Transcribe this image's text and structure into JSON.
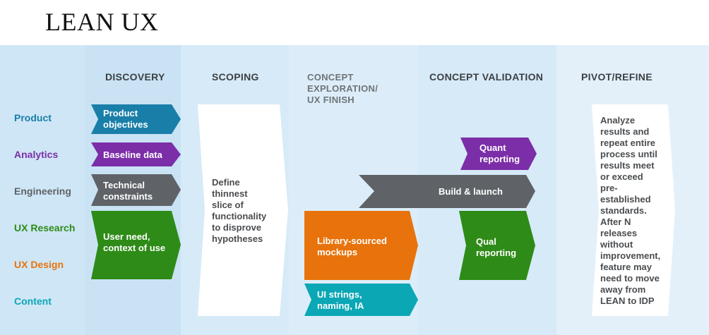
{
  "title": "LEAN UX",
  "phases": {
    "discovery": "DISCOVERY",
    "scoping": "SCOPING",
    "concept_exploration": [
      "CONCEPT",
      "EXPLORATION/",
      "UX FINISH"
    ],
    "concept_validation": "CONCEPT VALIDATION",
    "pivot_refine": "PIVOT/REFINE"
  },
  "roles": {
    "product": "Product",
    "analytics": "Analytics",
    "engineering": "Engineering",
    "ux_research": "UX Research",
    "ux_design": "UX Design",
    "content": "Content"
  },
  "colors": {
    "product": "#1a7fa8",
    "analytics": "#7b2ea8",
    "engineering": "#5f6368",
    "ux_research": "#2e8b17",
    "ux_design": "#e8730c",
    "content": "#0ba7b5"
  },
  "steps": {
    "product_objectives": [
      "Product",
      "objectives"
    ],
    "baseline_data": "Baseline data",
    "technical_constraints": [
      "Technical",
      "constraints"
    ],
    "user_need": [
      "User need,",
      "context of use"
    ],
    "scoping_text": [
      "Define",
      "thinnest",
      "slice of",
      "functionality",
      "to disprove",
      "hypotheses"
    ],
    "library_mockups": [
      "Library-sourced",
      "mockups"
    ],
    "ui_strings": [
      "UI strings,",
      "naming, IA"
    ],
    "quant_reporting": [
      "Quant",
      "reporting"
    ],
    "build_launch": "Build & launch",
    "qual_reporting": [
      "Qual",
      "reporting"
    ],
    "pivot_text": [
      "Analyze",
      "results and",
      "repeat entire",
      "process until",
      "results meet",
      "or exceed",
      "pre-",
      "established",
      "standards.",
      "After N",
      "releases",
      "without",
      "improvement,",
      "feature may",
      "need to move",
      "away from",
      "LEAN to IDP"
    ]
  }
}
